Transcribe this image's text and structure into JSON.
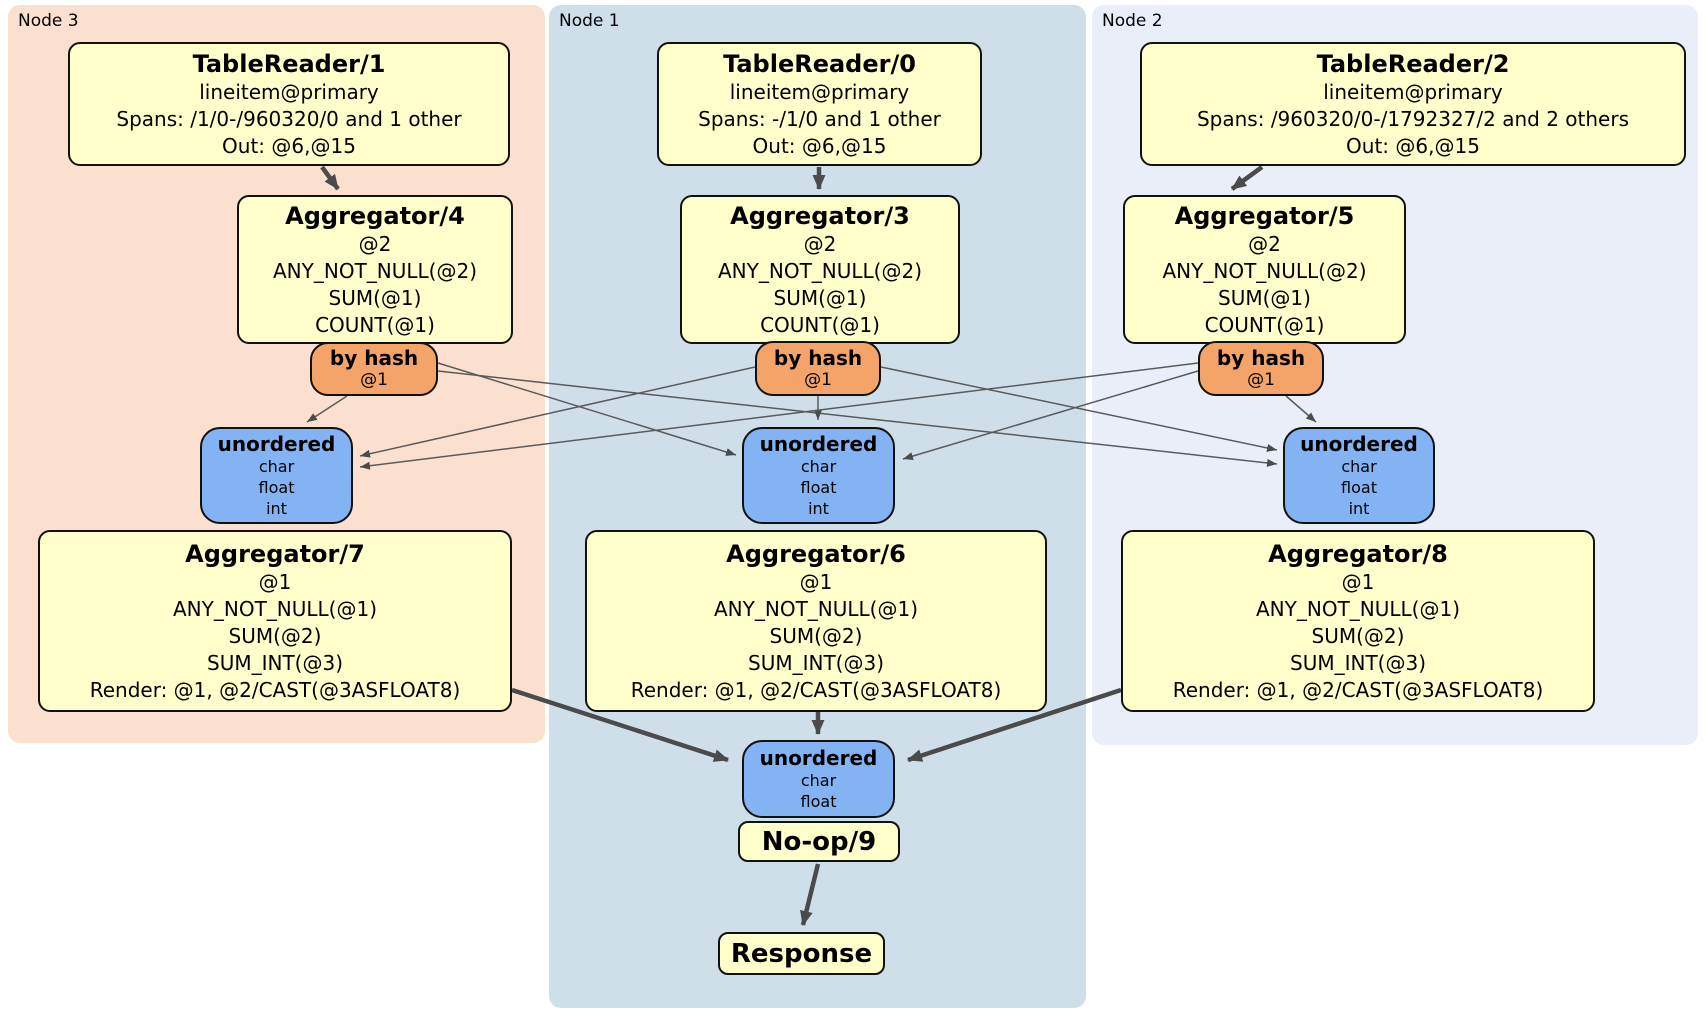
{
  "diagram": {
    "kind": "distsql-query-plan",
    "colors": {
      "node3_panel": "#fbe0d0",
      "node1_panel": "#cfdfe9",
      "node2_panel": "#e9eef9",
      "processor_fill": "#ffffcc",
      "router_fill": "#f5a469",
      "synchronizer_fill": "#84b3f3",
      "edge": "#4b4b4b"
    }
  },
  "panels": {
    "node3": {
      "label": "Node 3"
    },
    "node1": {
      "label": "Node 1"
    },
    "node2": {
      "label": "Node 2"
    }
  },
  "processors": {
    "tablereader1": {
      "title": "TableReader/1",
      "lines": [
        "lineitem@primary",
        "Spans: /1/0-/960320/0 and 1 other",
        "Out: @6,@15"
      ]
    },
    "tablereader0": {
      "title": "TableReader/0",
      "lines": [
        "lineitem@primary",
        "Spans: -/1/0 and 1 other",
        "Out: @6,@15"
      ]
    },
    "tablereader2": {
      "title": "TableReader/2",
      "lines": [
        "lineitem@primary",
        "Spans: /960320/0-/1792327/2 and 2 others",
        "Out: @6,@15"
      ]
    },
    "aggregator4": {
      "title": "Aggregator/4",
      "lines": [
        "@2",
        "ANY_NOT_NULL(@2)",
        "SUM(@1)",
        "COUNT(@1)"
      ]
    },
    "aggregator3": {
      "title": "Aggregator/3",
      "lines": [
        "@2",
        "ANY_NOT_NULL(@2)",
        "SUM(@1)",
        "COUNT(@1)"
      ]
    },
    "aggregator5": {
      "title": "Aggregator/5",
      "lines": [
        "@2",
        "ANY_NOT_NULL(@2)",
        "SUM(@1)",
        "COUNT(@1)"
      ]
    },
    "aggregator7": {
      "title": "Aggregator/7",
      "lines": [
        "@1",
        "ANY_NOT_NULL(@1)",
        "SUM(@2)",
        "SUM_INT(@3)",
        "Render: @1, @2/CAST(@3ASFLOAT8)"
      ]
    },
    "aggregator6": {
      "title": "Aggregator/6",
      "lines": [
        "@1",
        "ANY_NOT_NULL(@1)",
        "SUM(@2)",
        "SUM_INT(@3)",
        "Render: @1, @2/CAST(@3ASFLOAT8)"
      ]
    },
    "aggregator8": {
      "title": "Aggregator/8",
      "lines": [
        "@1",
        "ANY_NOT_NULL(@1)",
        "SUM(@2)",
        "SUM_INT(@3)",
        "Render: @1, @2/CAST(@3ASFLOAT8)"
      ]
    },
    "noop9": {
      "title": "No-op/9"
    },
    "response": {
      "title": "Response"
    }
  },
  "routers": {
    "hash_node3": {
      "title": "by hash",
      "detail": "@1"
    },
    "hash_node1": {
      "title": "by hash",
      "detail": "@1"
    },
    "hash_node2": {
      "title": "by hash",
      "detail": "@1"
    }
  },
  "synchronizers": {
    "sync_node3": {
      "title": "unordered",
      "columns": [
        "char",
        "float",
        "int"
      ]
    },
    "sync_node1": {
      "title": "unordered",
      "columns": [
        "char",
        "float",
        "int"
      ]
    },
    "sync_node2": {
      "title": "unordered",
      "columns": [
        "char",
        "float",
        "int"
      ]
    },
    "sync_final": {
      "title": "unordered",
      "columns": [
        "char",
        "float"
      ]
    }
  }
}
